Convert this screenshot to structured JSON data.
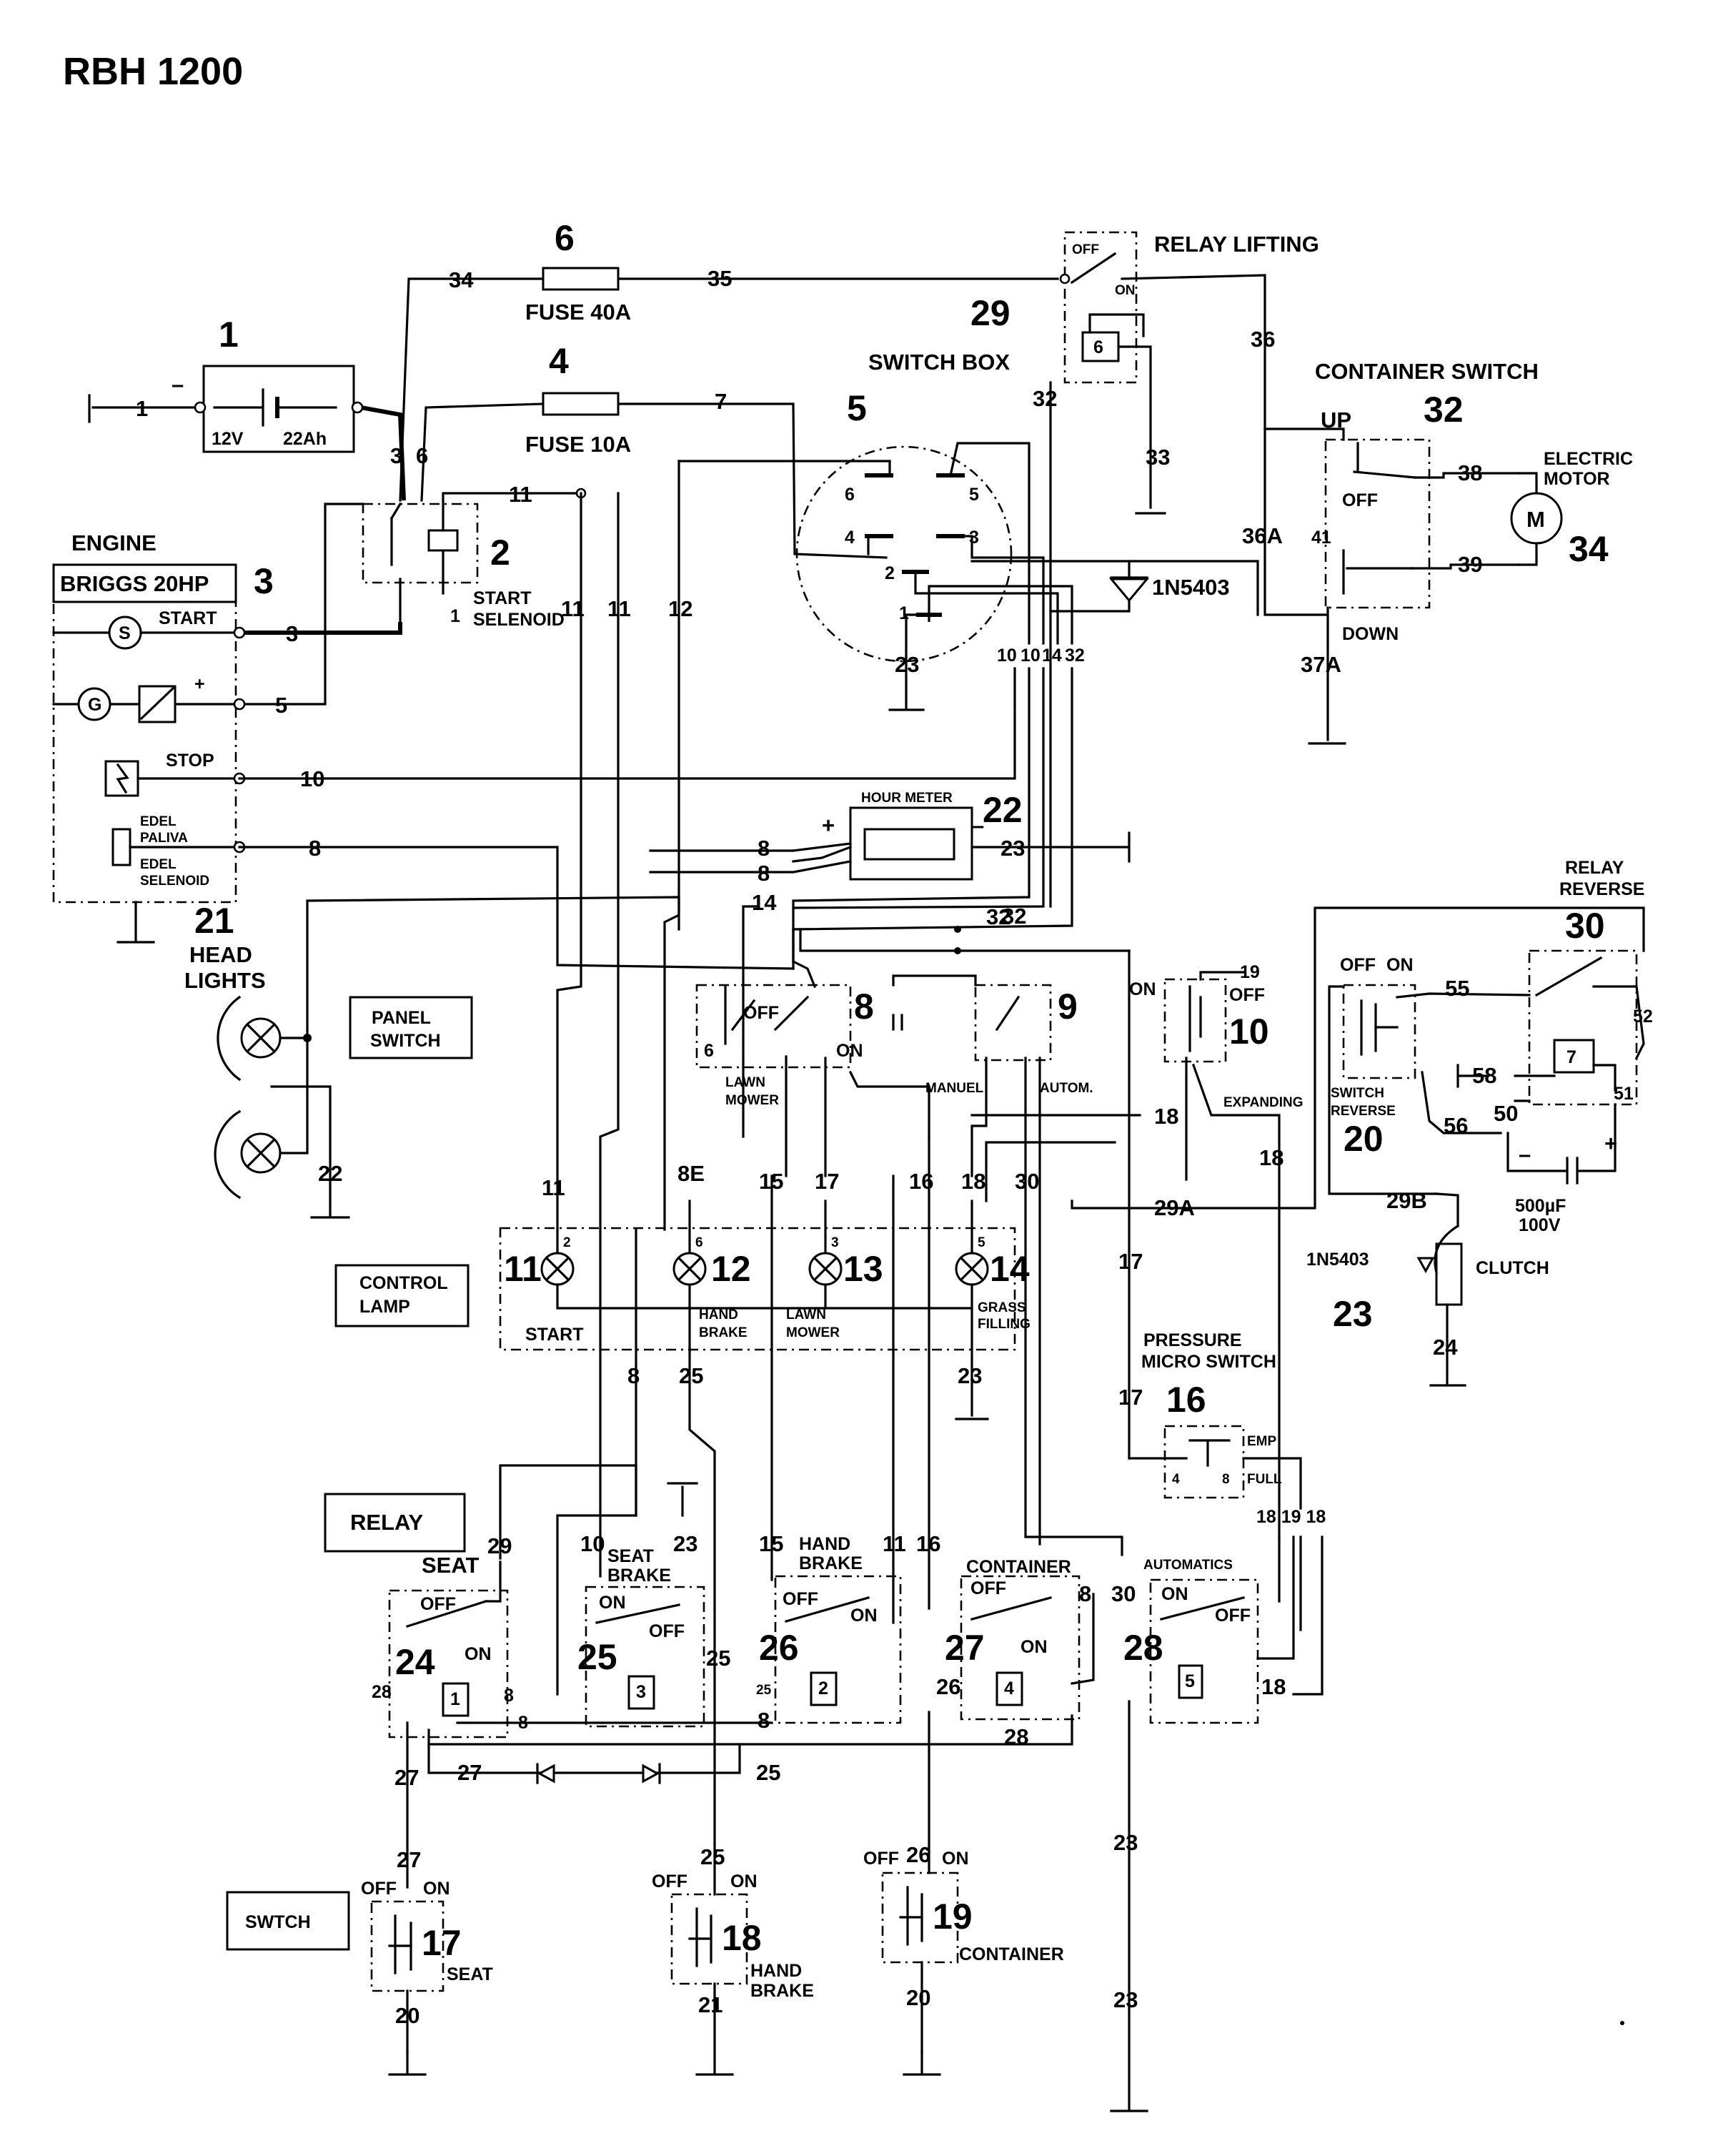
{
  "title": "RBH 1200",
  "components": {
    "battery": {
      "num": "1",
      "voltage": "12V",
      "capacity": "22Ah",
      "minus": "–",
      "wire": "1"
    },
    "start_selenoid": {
      "num": "2",
      "label_1": "START",
      "label_2": "SELENOID",
      "pin": "1"
    },
    "engine": {
      "heading": "ENGINE",
      "name": "BRIGGS 20HP",
      "num": "3",
      "start": "START",
      "stop": "STOP",
      "edel_1": "EDEL",
      "edel_2": "PALIVA",
      "edel_3": "EDEL",
      "edel_4": "SELENOID",
      "s": "S",
      "g": "G",
      "plus": "+"
    },
    "fuse_10a": {
      "num": "4",
      "label": "FUSE 10A"
    },
    "ignition": {
      "num": "5",
      "pins": [
        "6",
        "5",
        "4",
        "3",
        "2",
        "1"
      ]
    },
    "fuse_40a": {
      "num": "6",
      "label": "FUSE 40A"
    },
    "panel_switch": {
      "label_1": "PANEL",
      "label_2": "SWITCH",
      "num_8": "8",
      "num_9": "9",
      "off": "OFF",
      "on": "ON",
      "lawn_1": "LAWN",
      "lawn_2": "MOWER",
      "manuel": "MANUEL",
      "autom": "AUTOM.",
      "pin_6": "6"
    },
    "switch_10": {
      "num": "10",
      "on": "ON",
      "off": "OFF",
      "expanding": "EXPANDING"
    },
    "lamps": {
      "control_1": "CONTROL",
      "control_2": "LAMP",
      "n11": "11",
      "n12": "12",
      "n13": "13",
      "n14": "14",
      "start": "START",
      "hand_1": "HAND",
      "hand_2": "BRAKE",
      "lawn_1": "LAWN",
      "lawn_2": "MOWER",
      "grass_1": "GRASS",
      "grass_2": "FILLING",
      "p2": "2",
      "p6": "6",
      "p3": "3",
      "p5": "5"
    },
    "pressure": {
      "label_1": "PRESSURE",
      "label_2": "MICRO SWITCH",
      "num": "16",
      "emp": "EMP",
      "full": "FULL",
      "p4": "4",
      "p8": "8"
    },
    "switches_bottom": {
      "switch_box": "SWTCH",
      "n17": "17",
      "n18": "18",
      "n19": "19",
      "seat": "SEAT",
      "hand_1": "HAND",
      "hand_2": "BRAKE",
      "container": "CONTAINER",
      "off": "OFF",
      "on": "ON"
    },
    "switch_reverse": {
      "num": "20",
      "label_1": "SWITCH",
      "label_2": "REVERSE",
      "off": "OFF",
      "on": "ON"
    },
    "headlights": {
      "num": "21",
      "label_1": "HEAD",
      "label_2": "LIGHTS"
    },
    "hour_meter": {
      "num": "22",
      "label": "HOUR METER",
      "plus": "+",
      "minus": "–"
    },
    "clutch": {
      "num": "23",
      "label": "CLUTCH",
      "diode": "1N5403"
    },
    "relay": {
      "label": "RELAY"
    },
    "relays": {
      "n24": "24",
      "seat": "SEAT",
      "n25": "25",
      "seat_brake_1": "SEAT",
      "seat_brake_2": "BRAKE",
      "n26": "26",
      "hand_brake_1": "HAND",
      "hand_brake_2": "BRAKE",
      "n27": "27",
      "container": "CONTAINER",
      "n28": "28",
      "automatics": "AUTOMATICS",
      "off": "OFF",
      "on": "ON",
      "c1": "1",
      "c2": "2",
      "c3": "3",
      "c4": "4",
      "c5": "5"
    },
    "switch_box_29": {
      "num": "29",
      "label": "SWITCH BOX",
      "relay_lifting": "RELAY LIFTING",
      "off": "OFF",
      "on": "ON",
      "coil": "6"
    },
    "relay_reverse": {
      "num": "30",
      "label_1": "RELAY",
      "label_2": "REVERSE",
      "coil": "7",
      "cap_1": "500µF",
      "cap_2": "100V",
      "plus": "+",
      "minus": "–"
    },
    "container_switch": {
      "num": "32",
      "label": "CONTAINER SWITCH",
      "up": "UP",
      "down": "DOWN",
      "off": "OFF",
      "pin": "41"
    },
    "motor": {
      "num": "34",
      "label_1": "ELECTRIC",
      "label_2": "MOTOR",
      "m": "M"
    },
    "diode_main": {
      "label": "1N5403"
    }
  },
  "wires": {
    "w34": "34",
    "w35": "35",
    "w7": "7",
    "w3": "3",
    "w6": "6",
    "w11a": "11",
    "w11b": "11",
    "w11c": "11",
    "w12": "12",
    "w3e": "3",
    "w5e": "5",
    "w10": "10",
    "w8e": "8",
    "w8a": "8",
    "w8b": "8",
    "w14": "14",
    "w32a": "32",
    "w32b": "32",
    "w23hm": "23",
    "w23ign": "23",
    "w10a": "10",
    "w10b": "10",
    "w14b": "14",
    "w32c": "32",
    "w36": "36",
    "w36a": "36A",
    "w33": "33",
    "w37a": "37A",
    "w38": "38",
    "w39": "39",
    "w22": "22",
    "w11l": "11",
    "w8el": "8E",
    "w15": "15",
    "w17": "17",
    "w16": "16",
    "w18": "18",
    "w30": "30",
    "w18b": "18",
    "w18c": "18",
    "w19": "19",
    "w29a": "29A",
    "w29b": "29B",
    "w24": "24",
    "w55": "55",
    "w52": "52",
    "w58": "58",
    "w50": "50",
    "w51": "51",
    "w56": "56",
    "w17b": "17",
    "w17c": "17",
    "w8r": "8",
    "w25": "25",
    "w23lamp": "23",
    "w29": "29",
    "w10r": "10",
    "w23r": "23",
    "w15r": "15",
    "w11r": "11",
    "w16r": "16",
    "w8r2": "8",
    "w30r": "30",
    "w181918": "18 19 18",
    "w28": "28",
    "w8s": "8",
    "w8t": "8",
    "w8u": "8",
    "w25b": "25",
    "w25c": "25",
    "w26": "26",
    "w28b": "28",
    "w18r": "18",
    "w27": "27",
    "w27b": "27",
    "w25d": "25",
    "w20": "20",
    "w21": "21",
    "w20b": "20",
    "w23b": "23",
    "w23c": "23",
    "w25e": "25",
    "w26b": "26",
    "w27c": "27"
  },
  "colors": {
    "ink": "#000000",
    "paper": "#ffffff"
  }
}
